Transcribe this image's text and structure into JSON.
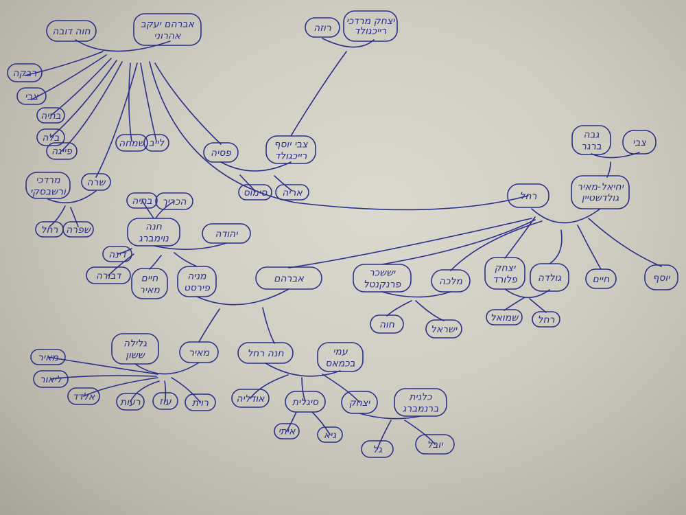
{
  "diagram": {
    "type": "family-tree",
    "colors": {
      "ink": "#2a2f8c",
      "paper": "#d6d3c9"
    },
    "nodes": [
      {
        "id": "n1",
        "label": "אברהם יעקב אהרוני"
      },
      {
        "id": "n2",
        "label": "חוה דובה"
      },
      {
        "id": "n3",
        "label": "רבקה"
      },
      {
        "id": "n4",
        "label": "צבי"
      },
      {
        "id": "n5",
        "label": "בתיה"
      },
      {
        "id": "n6",
        "label": "בלה"
      },
      {
        "id": "n7",
        "label": "פייגה"
      },
      {
        "id": "n8",
        "label": "שמחה"
      },
      {
        "id": "n9",
        "label": "לייב"
      },
      {
        "id": "n10",
        "label": "שרה"
      },
      {
        "id": "n11",
        "label": "מרדכי ורשבסקי"
      },
      {
        "id": "n12",
        "label": "רחל"
      },
      {
        "id": "n13",
        "label": "שפרה"
      },
      {
        "id": "n14",
        "label": "פסיה"
      },
      {
        "id": "n15",
        "label": "צבי יוסף רייכגולד"
      },
      {
        "id": "n16",
        "label": "רוזה"
      },
      {
        "id": "n17",
        "label": "יצחק מרדכי רייכגולד"
      },
      {
        "id": "n18",
        "label": "סימוס"
      },
      {
        "id": "n19",
        "label": "אריה"
      },
      {
        "id": "n20",
        "label": "צבי"
      },
      {
        "id": "n21",
        "label": "גבה ברגר"
      },
      {
        "id": "n22",
        "label": "יחיאל-מאיר גולדשטיין"
      },
      {
        "id": "n23",
        "label": "רחל"
      },
      {
        "id": "n24",
        "label": "חיים"
      },
      {
        "id": "n25",
        "label": "יוסף"
      },
      {
        "id": "n26",
        "label": "גולדה"
      },
      {
        "id": "n27",
        "label": "יצחק פלורד"
      },
      {
        "id": "n28",
        "label": "שמואל"
      },
      {
        "id": "n29",
        "label": "רחל"
      },
      {
        "id": "n30",
        "label": "מלכה"
      },
      {
        "id": "n31",
        "label": "יששכר פרנקנטל"
      },
      {
        "id": "n32",
        "label": "חוה"
      },
      {
        "id": "n33",
        "label": "ישראל"
      },
      {
        "id": "n34",
        "label": "אברהם"
      },
      {
        "id": "n35",
        "label": "מניה פירסט"
      },
      {
        "id": "n36",
        "label": "יהודה"
      },
      {
        "id": "n37",
        "label": "חנה נוימברג"
      },
      {
        "id": "n38",
        "label": "הכריך"
      },
      {
        "id": "n39",
        "label": "בתיה"
      },
      {
        "id": "n40",
        "label": "דינה"
      },
      {
        "id": "n41",
        "label": "דבורה"
      },
      {
        "id": "n42",
        "label": "חיים מאיר"
      },
      {
        "id": "n43",
        "label": "גלילה ששון"
      },
      {
        "id": "n44",
        "label": "מאיר"
      },
      {
        "id": "n45",
        "label": "מאיר"
      },
      {
        "id": "n46",
        "label": "ליאור"
      },
      {
        "id": "n47",
        "label": "אלדד"
      },
      {
        "id": "n48",
        "label": "רעות"
      },
      {
        "id": "n49",
        "label": "עוז"
      },
      {
        "id": "n50",
        "label": "רוית"
      },
      {
        "id": "n51",
        "label": "חנה רחל"
      },
      {
        "id": "n52",
        "label": "עמי בכמאס"
      },
      {
        "id": "n53",
        "label": "אודליה"
      },
      {
        "id": "n54",
        "label": "סיגלית"
      },
      {
        "id": "n55",
        "label": "יצחק"
      },
      {
        "id": "n56",
        "label": "כלנית ברנמברג"
      },
      {
        "id": "n57",
        "label": "איתי"
      },
      {
        "id": "n58",
        "label": "גיא"
      },
      {
        "id": "n59",
        "label": "גל"
      },
      {
        "id": "n60",
        "label": "יובל"
      }
    ]
  }
}
